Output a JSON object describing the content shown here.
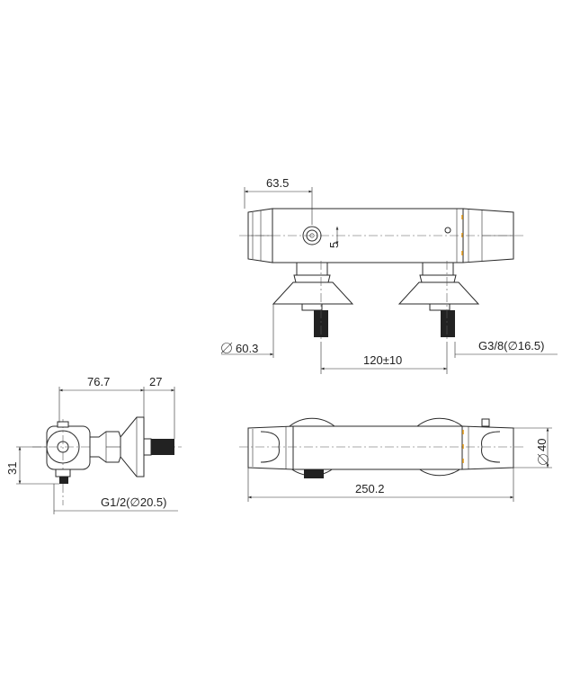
{
  "accent_color": "#e8a020",
  "line_color": "#2a2a2a",
  "top_view": {
    "dim_left_offset": "63.5",
    "dim_small": "5",
    "dim_flange": "60.3",
    "dim_center": "120±10",
    "dim_thread": "G3/8(∅16.5)"
  },
  "side_view": {
    "dim_depth": "76.7",
    "dim_flange_depth": "27",
    "dim_height": "31",
    "dim_thread": "G1/2(∅20.5)"
  },
  "front_view": {
    "dim_length": "250.2",
    "dim_diameter": "40"
  }
}
